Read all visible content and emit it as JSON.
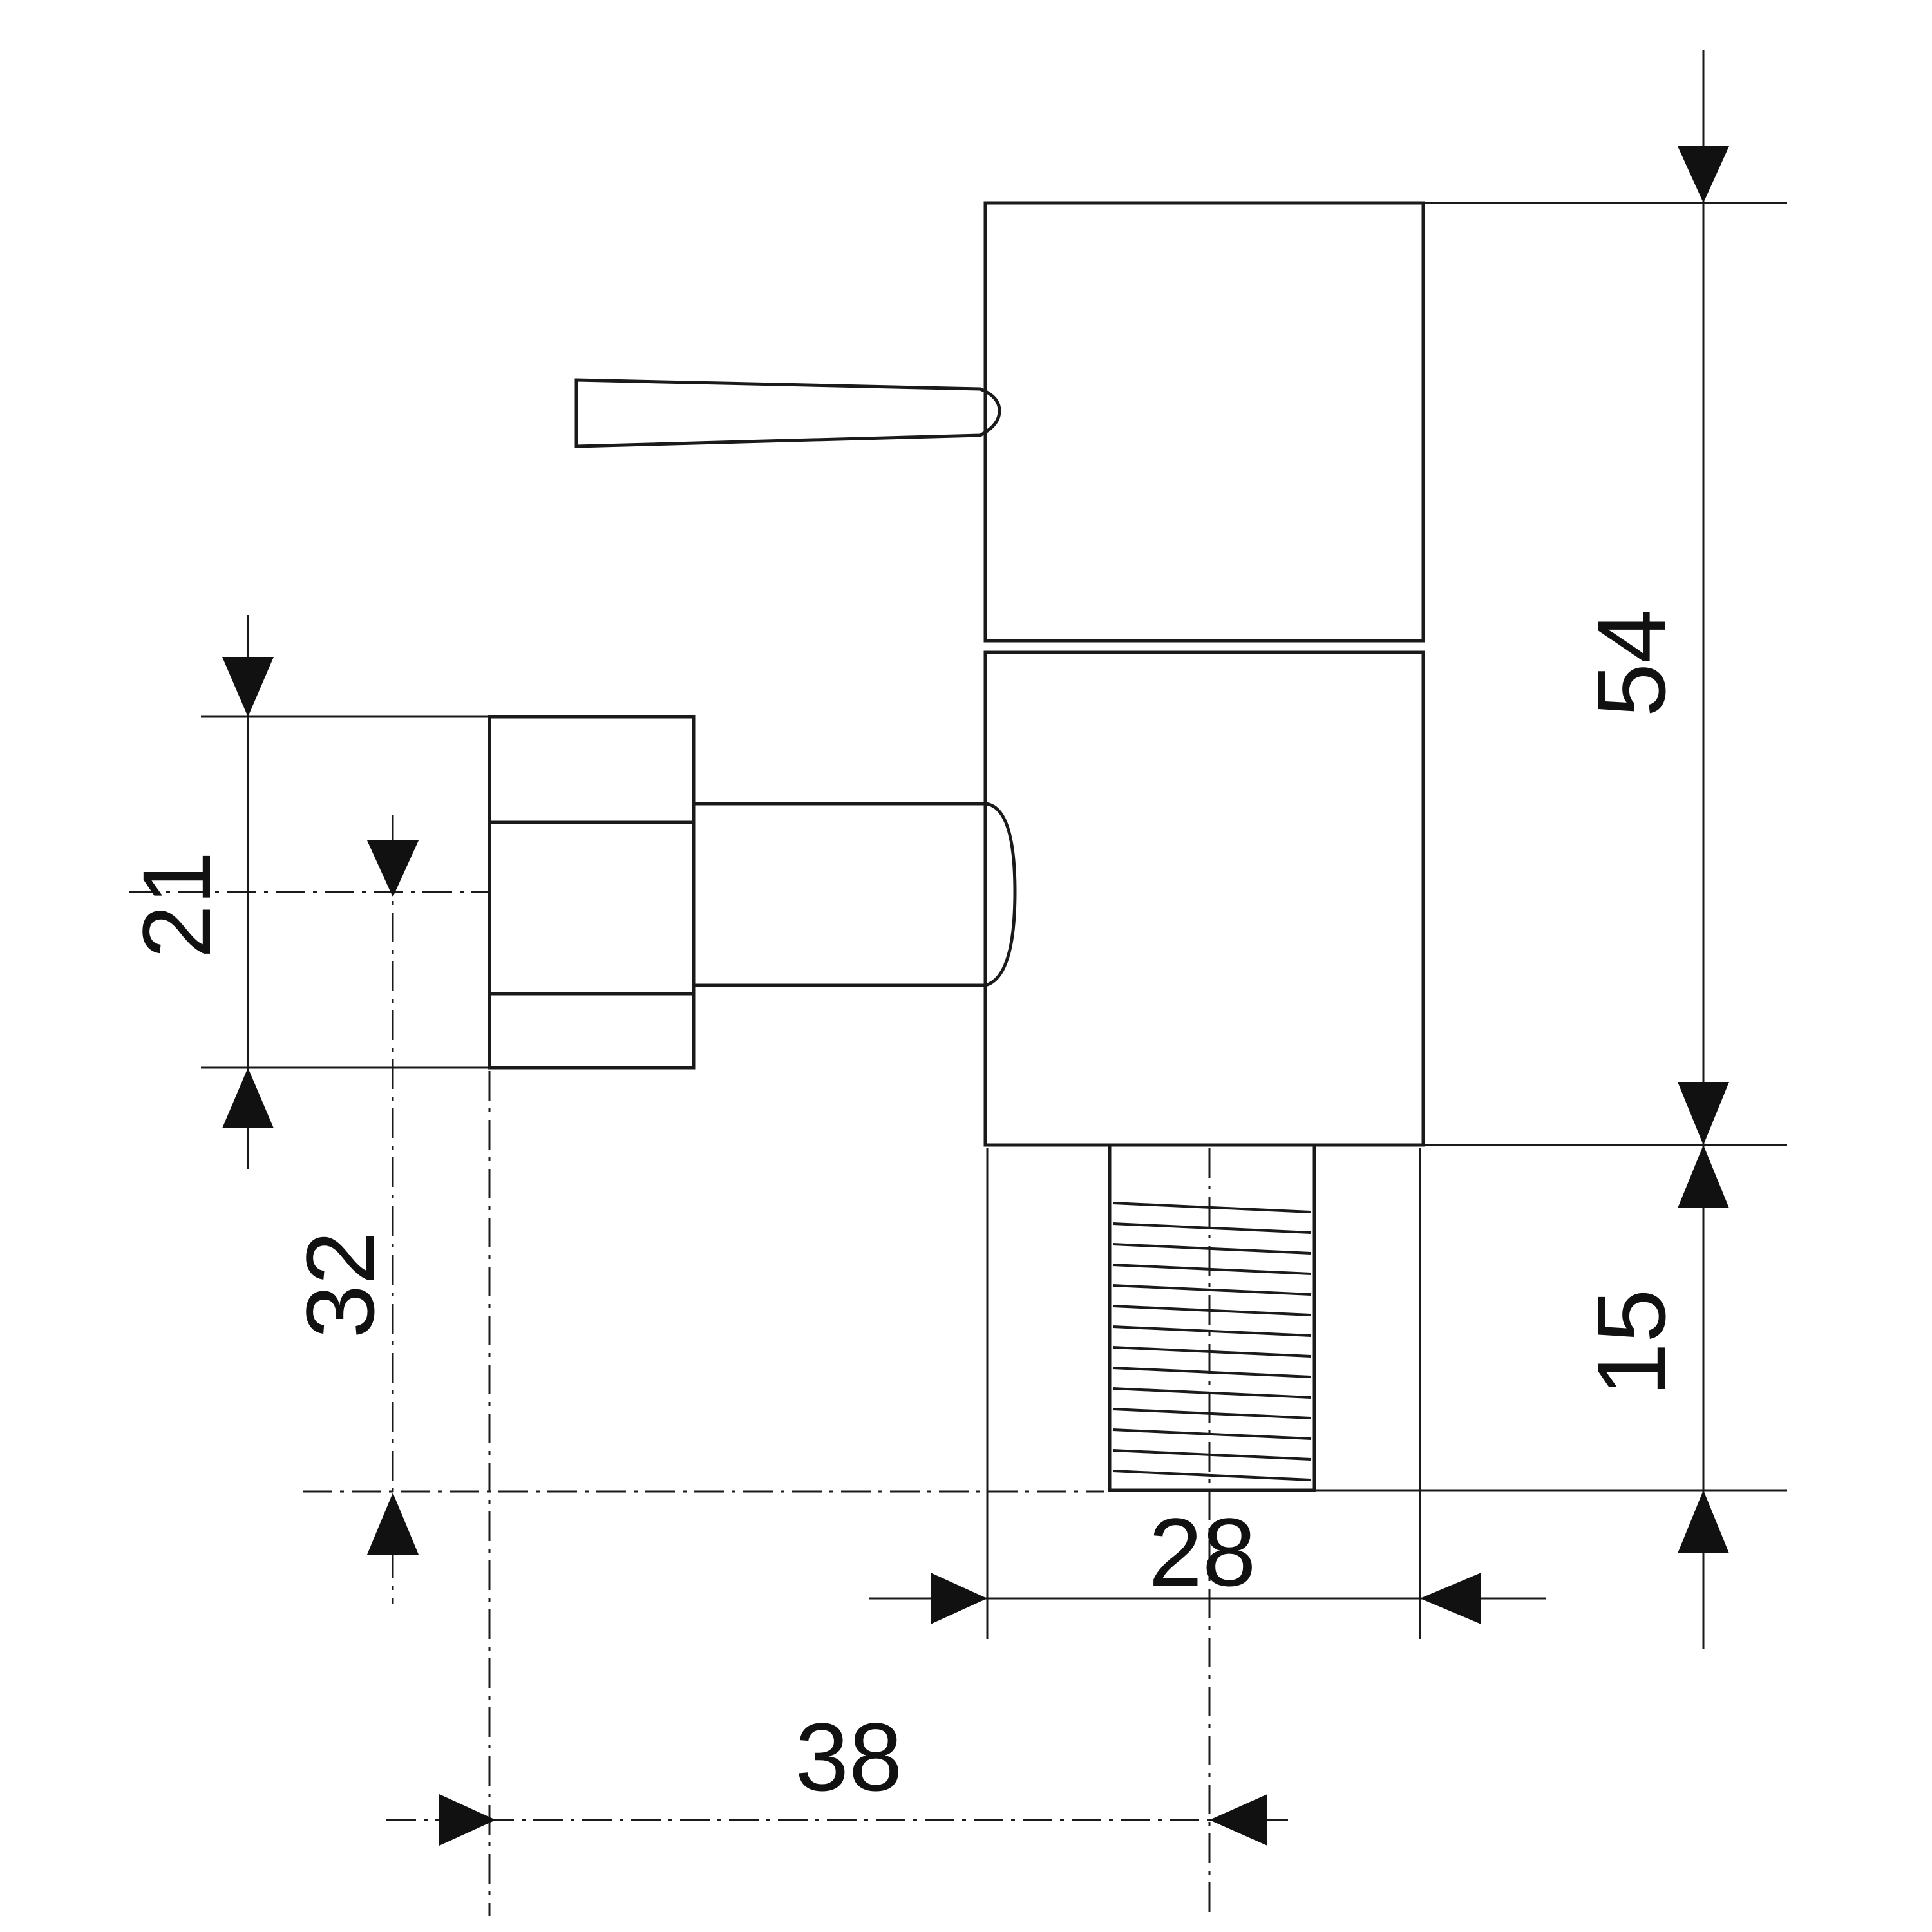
{
  "drawing": {
    "dimensions": {
      "overall_height": "54",
      "nut_height": "21",
      "axis_offset": "32",
      "thread_length": "15",
      "body_width": "28",
      "axis_to_center": "38"
    },
    "line_color": "#1a1a1a"
  }
}
